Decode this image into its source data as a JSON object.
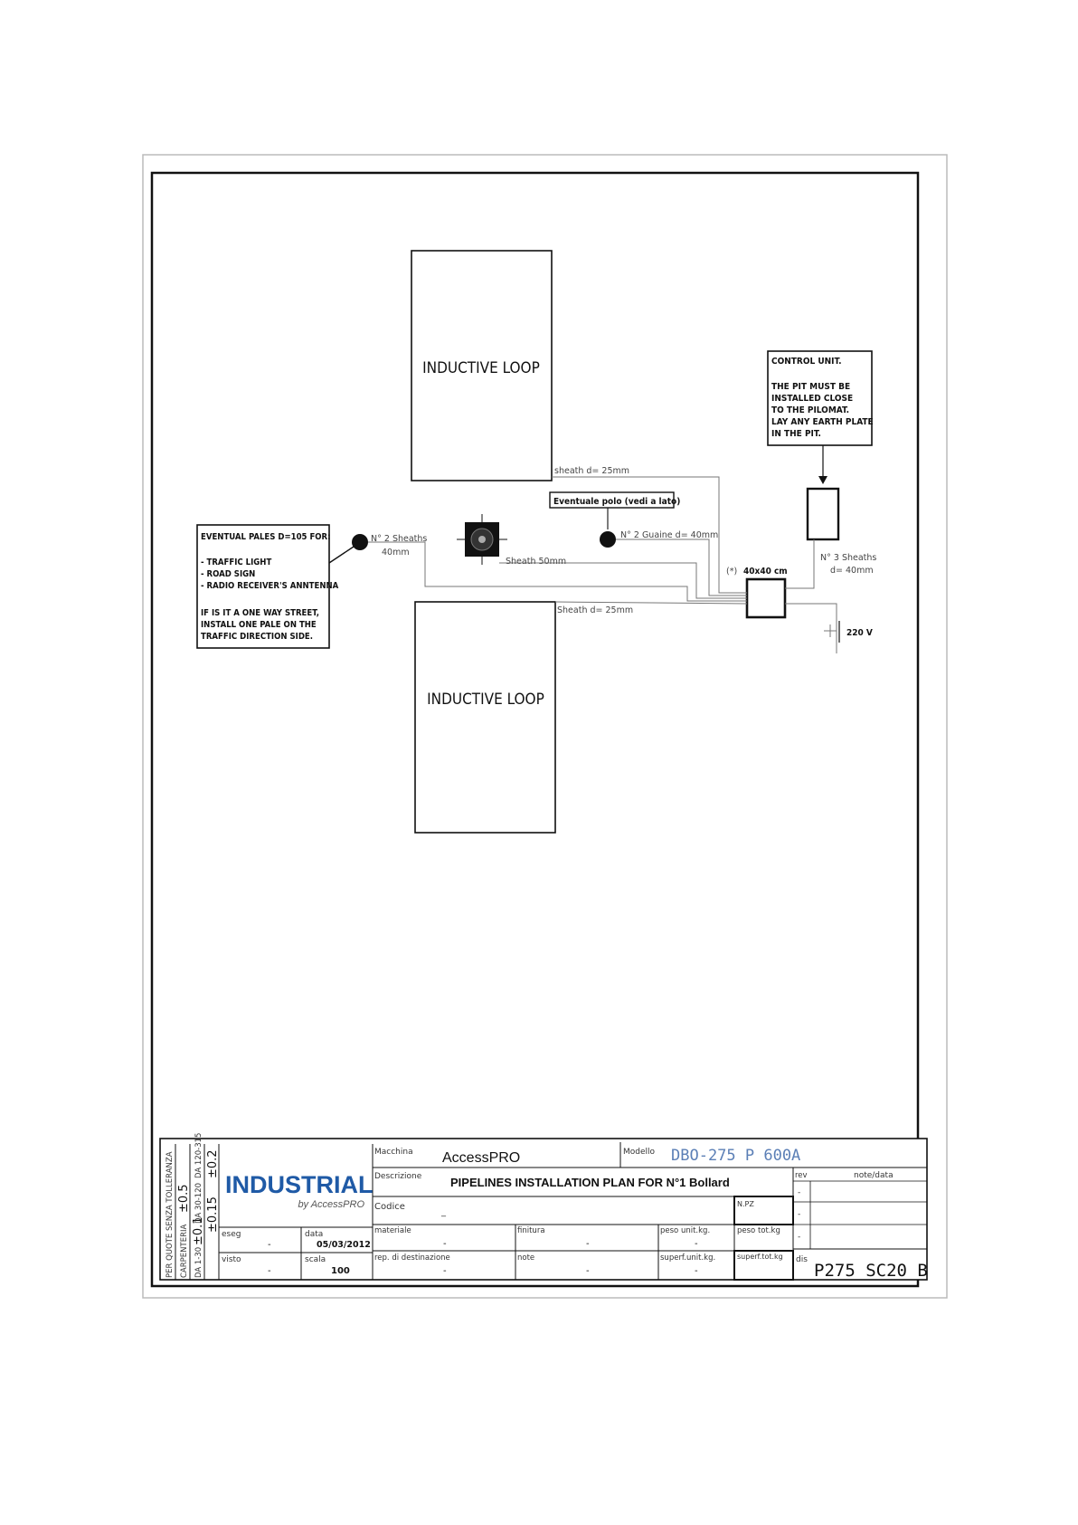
{
  "loops": {
    "top_label": "INDUCTIVE LOOP",
    "bottom_label": "INDUCTIVE LOOP"
  },
  "control_unit": {
    "title": "CONTROL UNIT.",
    "lines": [
      "THE PIT MUST BE",
      "INSTALLED CLOSE",
      "TO THE PILOMAT.",
      "LAY ANY EARTH PLATE",
      "IN THE PIT."
    ]
  },
  "eventual_pales": {
    "title": "EVENTUAL PALES D=105 FOR:",
    "items": [
      "- TRAFFIC LIGHT",
      "- ROAD SIGN",
      "- RADIO RECEIVER'S ANNTENNA"
    ],
    "note_lines": [
      "IF IS IT A ONE WAY STREET,",
      "INSTALL ONE PALE ON THE",
      "TRAFFIC DIRECTION SIDE."
    ]
  },
  "annotations": {
    "sheath_top": "sheath d= 25mm",
    "sheath_bottom": "Sheath d= 25mm",
    "eventuale_polo": "Eventuale polo (vedi a lato)",
    "guaine": "N° 2 Guaine d= 40mm",
    "sheaths_2_a": "N° 2 Sheaths",
    "sheaths_2_b": "40mm",
    "sheath_50": "Sheath 50mm",
    "pit_size_prefix": "(*)",
    "pit_size": "40x40 cm",
    "sheaths_3_a": "N° 3 Sheaths",
    "sheaths_3_b": "d= 40mm",
    "voltage": "220 V"
  },
  "title_block": {
    "tolerance_caption": "PER QUOTE SENZA TOLLERANZA",
    "carpenteria": "CARPENTERIA",
    "tol_05": "±0.5",
    "range_1": "DA 1-30",
    "tol_01": "±0.1",
    "range_2": "DA 30-120",
    "tol_015": "±0.15",
    "range_3": "DA 120-315",
    "tol_02": "±0.2",
    "logo_main": "INDUSTRIAL",
    "logo_sub": "by AccessPRO",
    "macchina_label": "Macchina",
    "macchina_value": "AccessPRO",
    "modello_label": "Modello",
    "modello_value": "DBO-275 P 600A",
    "descrizione_label": "Descrizione",
    "descrizione_value": "PIPELINES INSTALLATION PLAN FOR N°1 Bollard",
    "codice_label": "Codice",
    "codice_value": "_",
    "npz_label": "N.PZ",
    "rev_label": "rev",
    "notedata_label": "note/data",
    "rev_dashes": [
      "-",
      "-",
      "-"
    ],
    "eseg_label": "eseg",
    "eseg_value": "-",
    "data_label": "data",
    "data_value": "05/03/2012",
    "visto_label": "visto",
    "visto_value": "-",
    "scala_label": "scala",
    "scala_value": "100",
    "materiale_label": "materiale",
    "materiale_value": "-",
    "finitura_label": "finitura",
    "finitura_value": "-",
    "peso_unit_label": "peso unit.kg.",
    "peso_unit_value": "-",
    "peso_tot_label": "peso tot.kg",
    "rep_label": "rep. di destinazione",
    "rep_value": "-",
    "note_label": "note",
    "note_value": "-",
    "superf_unit_label": "superf.unit.kg.",
    "superf_unit_value": "-",
    "superf_tot_label": "superf.tot.kg",
    "dis_label": "dis",
    "dis_number": "P275 SC20 B"
  }
}
